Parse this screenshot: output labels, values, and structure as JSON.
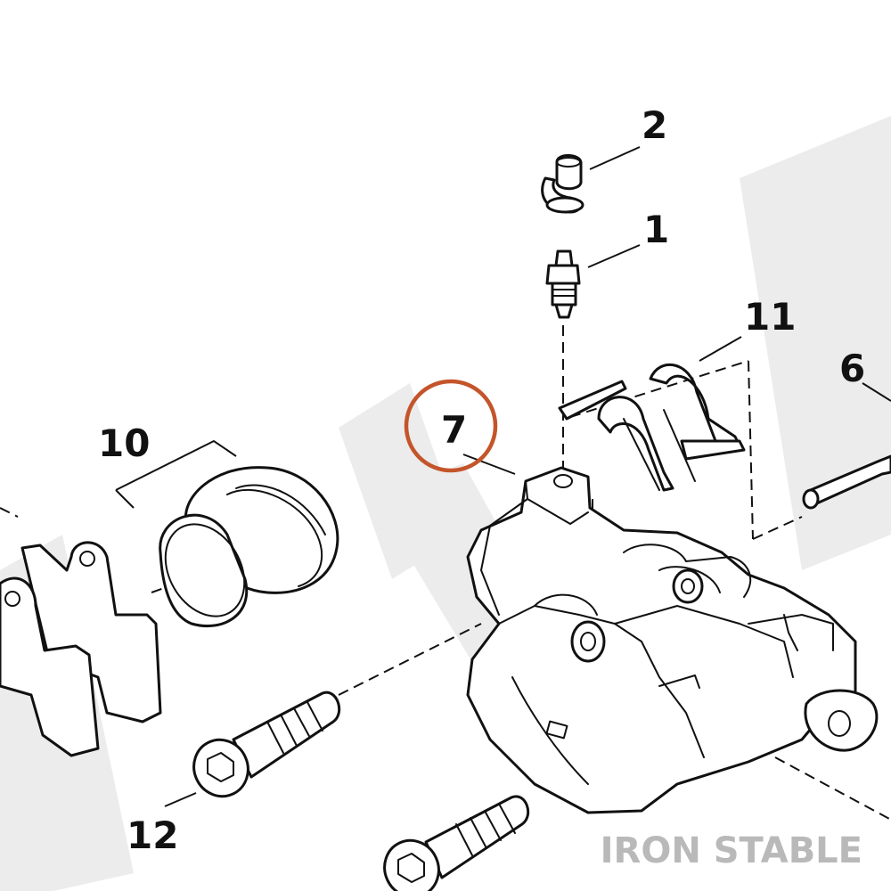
{
  "diagram": {
    "callouts": [
      {
        "id": "callout-1",
        "label": "1"
      },
      {
        "id": "callout-2",
        "label": "2"
      },
      {
        "id": "callout-6",
        "label": "6"
      },
      {
        "id": "callout-7",
        "label": "7",
        "highlighted": true
      },
      {
        "id": "callout-10",
        "label": "10"
      },
      {
        "id": "callout-11",
        "label": "11"
      },
      {
        "id": "callout-12",
        "label": "12"
      }
    ],
    "highlight_color": "#c4552a",
    "watermark_color": "#ececec"
  },
  "brand": {
    "logo_text": "IRON STABLE"
  }
}
